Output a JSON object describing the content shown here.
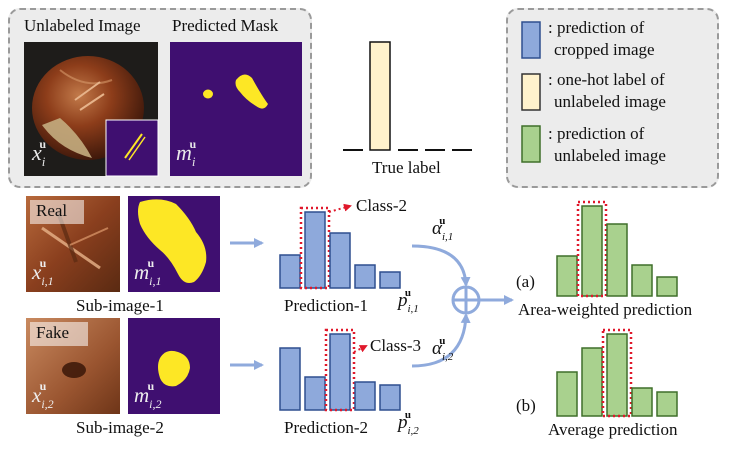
{
  "top_panel": {
    "unlabeled_title": "Unlabeled Image",
    "mask_title": "Predicted Mask",
    "x_main": "x",
    "x_sub": "i",
    "x_sup": "u",
    "m_main": "m",
    "m_sub": "i",
    "m_sup": "u"
  },
  "true_label": {
    "caption": "True label"
  },
  "legend": {
    "items": [
      {
        "line1": ": prediction of",
        "line2": "cropped image",
        "color": "#8ea9db"
      },
      {
        "line1": ": one-hot label of",
        "line2": "unlabeled image",
        "color": "#fff2cc"
      },
      {
        "line1": ": prediction of",
        "line2": "unlabeled image",
        "color": "#a9d18e"
      }
    ]
  },
  "sub1": {
    "tag": "Real",
    "x_main": "x",
    "x_sub": "i,1",
    "x_sup": "u",
    "m_main": "m",
    "m_sub": "i,1",
    "m_sup": "u",
    "caption": "Sub-image-1"
  },
  "sub2": {
    "tag": "Fake",
    "x_main": "x",
    "x_sub": "i,2",
    "x_sup": "u",
    "m_main": "m",
    "m_sub": "i,2",
    "m_sup": "u",
    "caption": "Sub-image-2"
  },
  "pred1": {
    "caption": "Prediction-1",
    "p_main": "p",
    "p_sub": "i,1",
    "p_sup": "u",
    "class_label": "Class-2"
  },
  "pred2": {
    "caption": "Prediction-2",
    "p_main": "p",
    "p_sub": "i,2",
    "p_sup": "u",
    "class_label": "Class-3"
  },
  "weights": {
    "a1_main": "α",
    "a1_sub": "i,1",
    "a1_sup": "u",
    "a2_main": "α",
    "a2_sub": "i,2",
    "a2_sup": "u"
  },
  "results": {
    "a_tag": "(a)",
    "a_caption": "Area-weighted prediction",
    "b_tag": "(b)",
    "b_caption": "Average prediction"
  },
  "colors": {
    "blue": "#8ea9db",
    "yellow": "#fff2cc",
    "green": "#a9d18e",
    "purple": "#3f0f70",
    "mask_yellow": "#fde725",
    "highlight_red": "#e0182b",
    "arrow": "#8faadc"
  }
}
